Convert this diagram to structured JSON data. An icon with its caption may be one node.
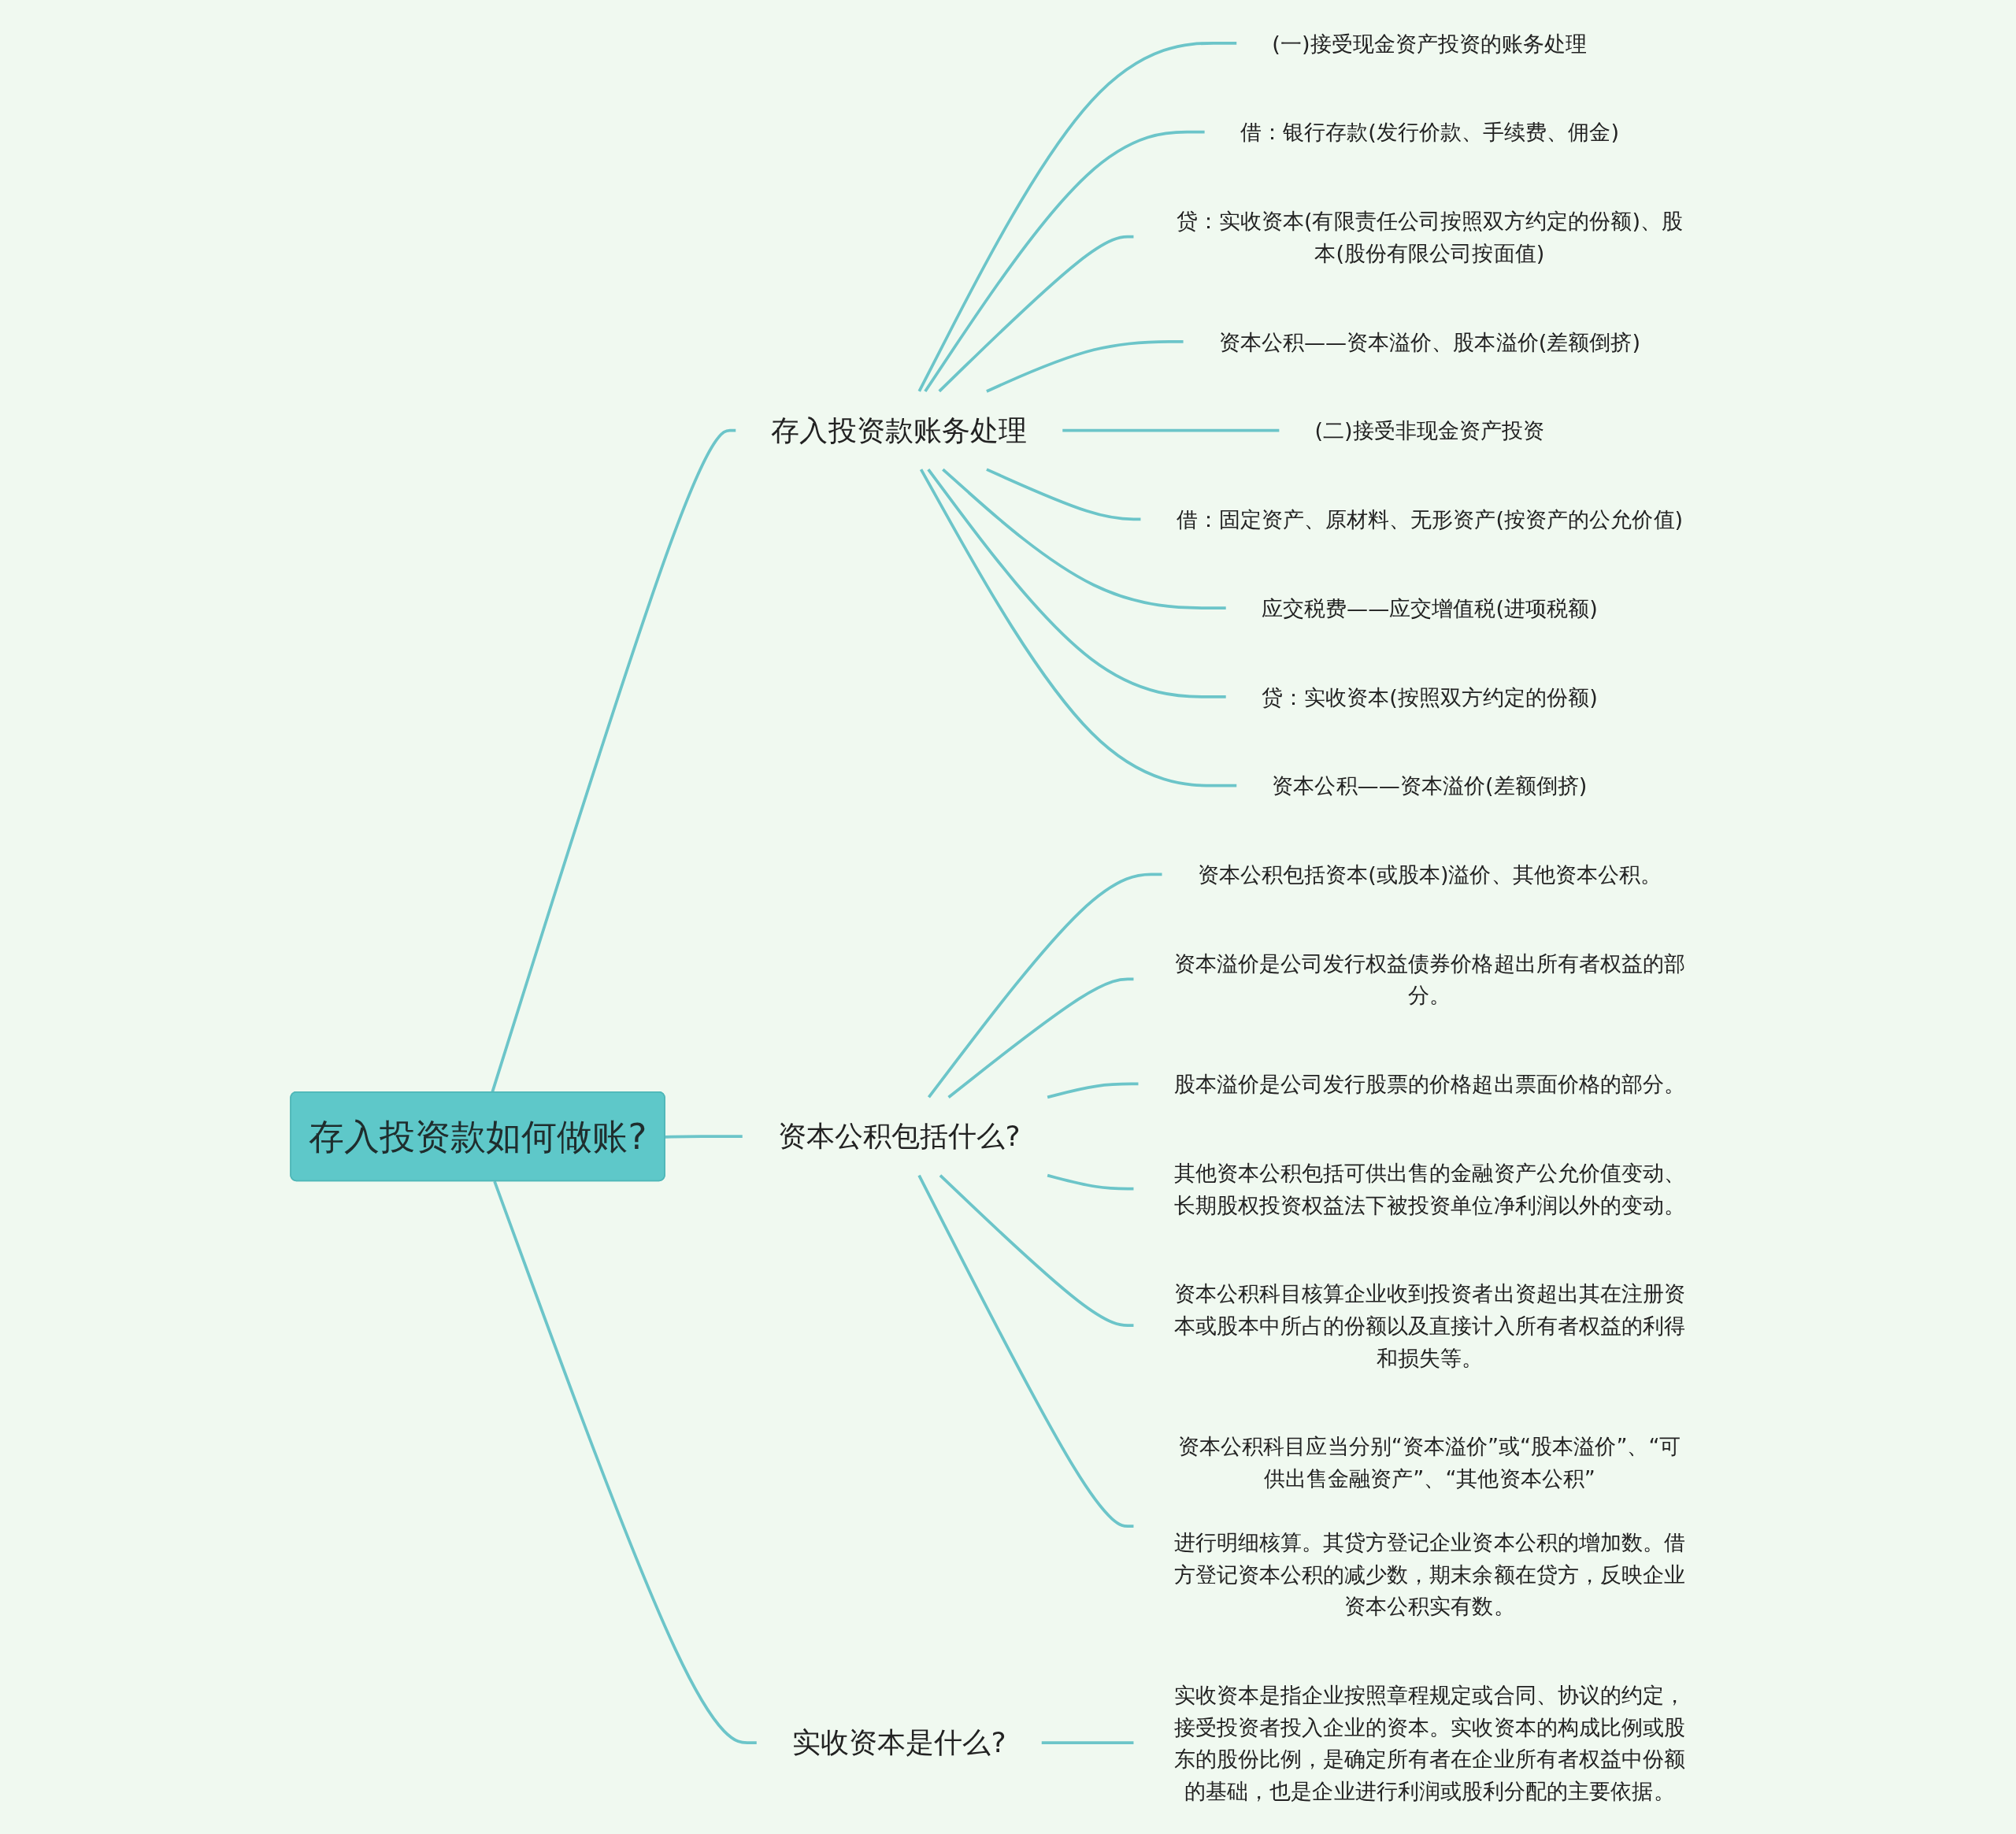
{
  "diagram": {
    "nodes": [
      {
        "text": [
          "存入投资款如何做账?"
        ]
      },
      {
        "text": [
          "存入投资款账务处理"
        ]
      },
      {
        "text": [
          "(一)接受现金资产投资的账务处理"
        ]
      },
      {
        "text": [
          "借：银行存款(发行价款、手续费、佣金)"
        ]
      },
      {
        "text": [
          "贷：实收资本(有限责任公司按照双方约定的份额)、股本(股份有限公司按面值)"
        ]
      },
      {
        "text": [
          "资本公积——资本溢价、股本溢价(差额倒挤)"
        ]
      },
      {
        "text": [
          "(二)接受非现金资产投资"
        ]
      },
      {
        "text": [
          "借：固定资产、原材料、无形资产(按资产的公允价值)"
        ]
      },
      {
        "text": [
          "应交税费——应交增值税(进项税额)"
        ]
      },
      {
        "text": [
          "贷：实收资本(按照双方约定的份额)"
        ]
      },
      {
        "text": [
          "资本公积——资本溢价(差额倒挤)"
        ]
      },
      {
        "text": [
          "资本公积包括什么?"
        ]
      },
      {
        "text": [
          "资本公积包括资本(或股本)溢价、其他资本公积。"
        ]
      },
      {
        "text": [
          "资本溢价是公司发行权益债券价格超出所有者权益的部分。"
        ]
      },
      {
        "text": [
          "股本溢价是公司发行股票的价格超出票面价格的部分。"
        ]
      },
      {
        "text": [
          "其他资本公积包括可供出售的金融资产公允价值变动、长期股权投资权益法下被投资单位净利润以外的变动。"
        ]
      },
      {
        "text": [
          "资本公积科目核算企业收到投资者出资超出其在注册资本或股本中所占的份额以及直接计入所有者权益的利得和损失等。"
        ]
      },
      {
        "text": [
          "资本公积科目应当分别“资本溢价”或“股本溢价”、“可供出售金融资产”、“其他资本公积”",
          "进行明细核算。其贷方登记企业资本公积的增加数。借方登记资本公积的减少数，期末余额在贷方，反映企业资本公积实有数。"
        ]
      },
      {
        "text": [
          "实收资本是什么?"
        ]
      },
      {
        "text": [
          "实收资本是指企业按照章程规定或合同、协议的约定，接受投资者投入企业的资本。实收资本的构成比例或股东的股份比例，是确定所有者在企业所有者权益中份额的基础，也是企业进行利润或股利分配的主要依据。"
        ]
      }
    ],
    "edges": [
      {
        "from": 0,
        "to": 1,
        "arrow": "none"
      },
      {
        "from": 1,
        "to": 2,
        "arrow": "none"
      },
      {
        "from": 1,
        "to": 3,
        "arrow": "none"
      },
      {
        "from": 1,
        "to": 4,
        "arrow": "none"
      },
      {
        "from": 1,
        "to": 5,
        "arrow": "none"
      },
      {
        "from": 1,
        "to": 6,
        "arrow": "none"
      },
      {
        "from": 1,
        "to": 7,
        "arrow": "none"
      },
      {
        "from": 1,
        "to": 8,
        "arrow": "none"
      },
      {
        "from": 1,
        "to": 9,
        "arrow": "none"
      },
      {
        "from": 1,
        "to": 10,
        "arrow": "none"
      },
      {
        "from": 0,
        "to": 11,
        "arrow": "none"
      },
      {
        "from": 11,
        "to": 12,
        "arrow": "none"
      },
      {
        "from": 11,
        "to": 13,
        "arrow": "none"
      },
      {
        "from": 11,
        "to": 14,
        "arrow": "none"
      },
      {
        "from": 11,
        "to": 15,
        "arrow": "none"
      },
      {
        "from": 11,
        "to": 16,
        "arrow": "none"
      },
      {
        "from": 11,
        "to": 17,
        "arrow": "none"
      },
      {
        "from": 0,
        "to": 18,
        "arrow": "none"
      },
      {
        "from": 18,
        "to": 19,
        "arrow": "none"
      }
    ]
  }
}
